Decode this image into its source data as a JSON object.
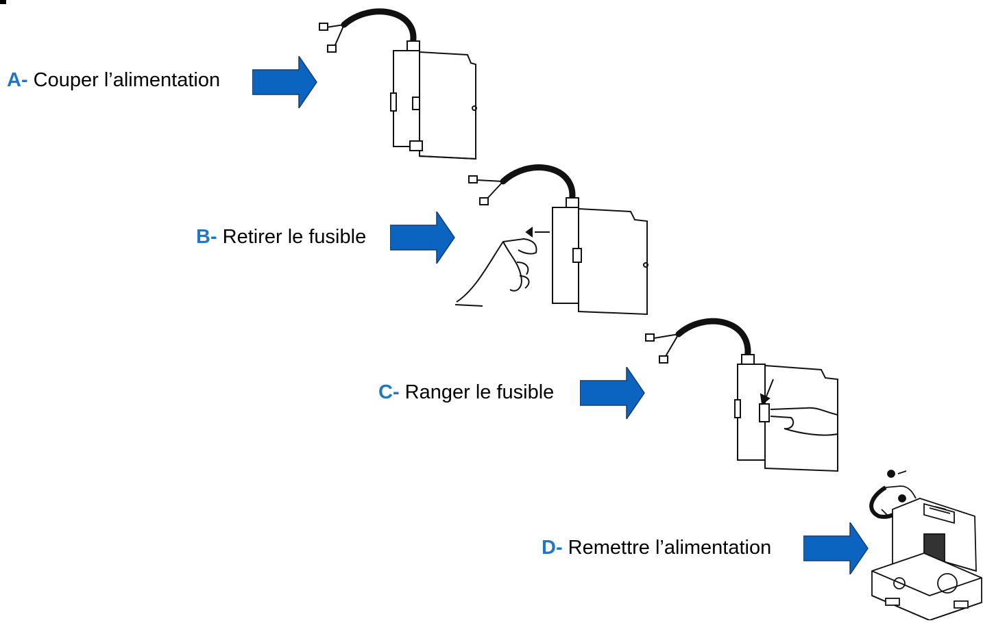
{
  "steps": [
    {
      "letter": "A-",
      "text": "Couper l’alimentation",
      "illustration": "power-module-with-cable"
    },
    {
      "letter": "B-",
      "text": "Retirer le fusible",
      "illustration": "hand-removing-fuse"
    },
    {
      "letter": "C-",
      "text": "Ranger le fusible",
      "illustration": "hand-storing-fuse"
    },
    {
      "letter": "D-",
      "text": "Remettre l’alimentation",
      "illustration": "motor-unit-reconnect"
    }
  ],
  "colors": {
    "accent": "#1f77c9",
    "arrow_fill": "#0b64c0",
    "text": "#000000"
  }
}
